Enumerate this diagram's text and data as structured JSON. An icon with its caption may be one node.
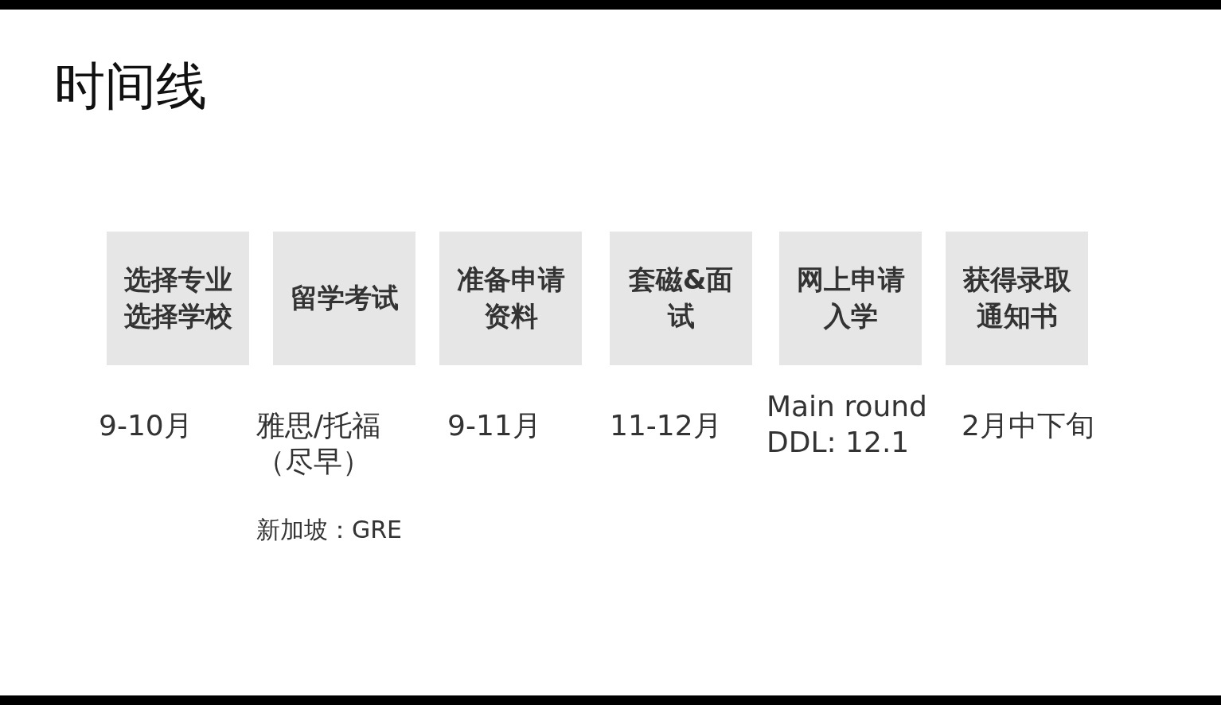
{
  "diagram": {
    "title": "时间线",
    "nodes": [
      {
        "text": [
          "选择专业选择学校"
        ],
        "beside": [
          "9-10月"
        ]
      },
      {
        "text": [
          "留学考试"
        ],
        "beside": [
          "雅思/托福（尽早）",
          "新加坡：GRE"
        ]
      },
      {
        "text": [
          "准备申请资料"
        ],
        "beside": [
          "9-11月"
        ]
      },
      {
        "text": [
          "套磁&面试"
        ],
        "beside": [
          "11-12月"
        ]
      },
      {
        "text": [
          "网上申请入学"
        ],
        "beside": [
          "Main round DDL: 12.1"
        ]
      },
      {
        "text": [
          "获得录取通知书"
        ],
        "beside": [
          "2月中下旬"
        ]
      }
    ]
  }
}
